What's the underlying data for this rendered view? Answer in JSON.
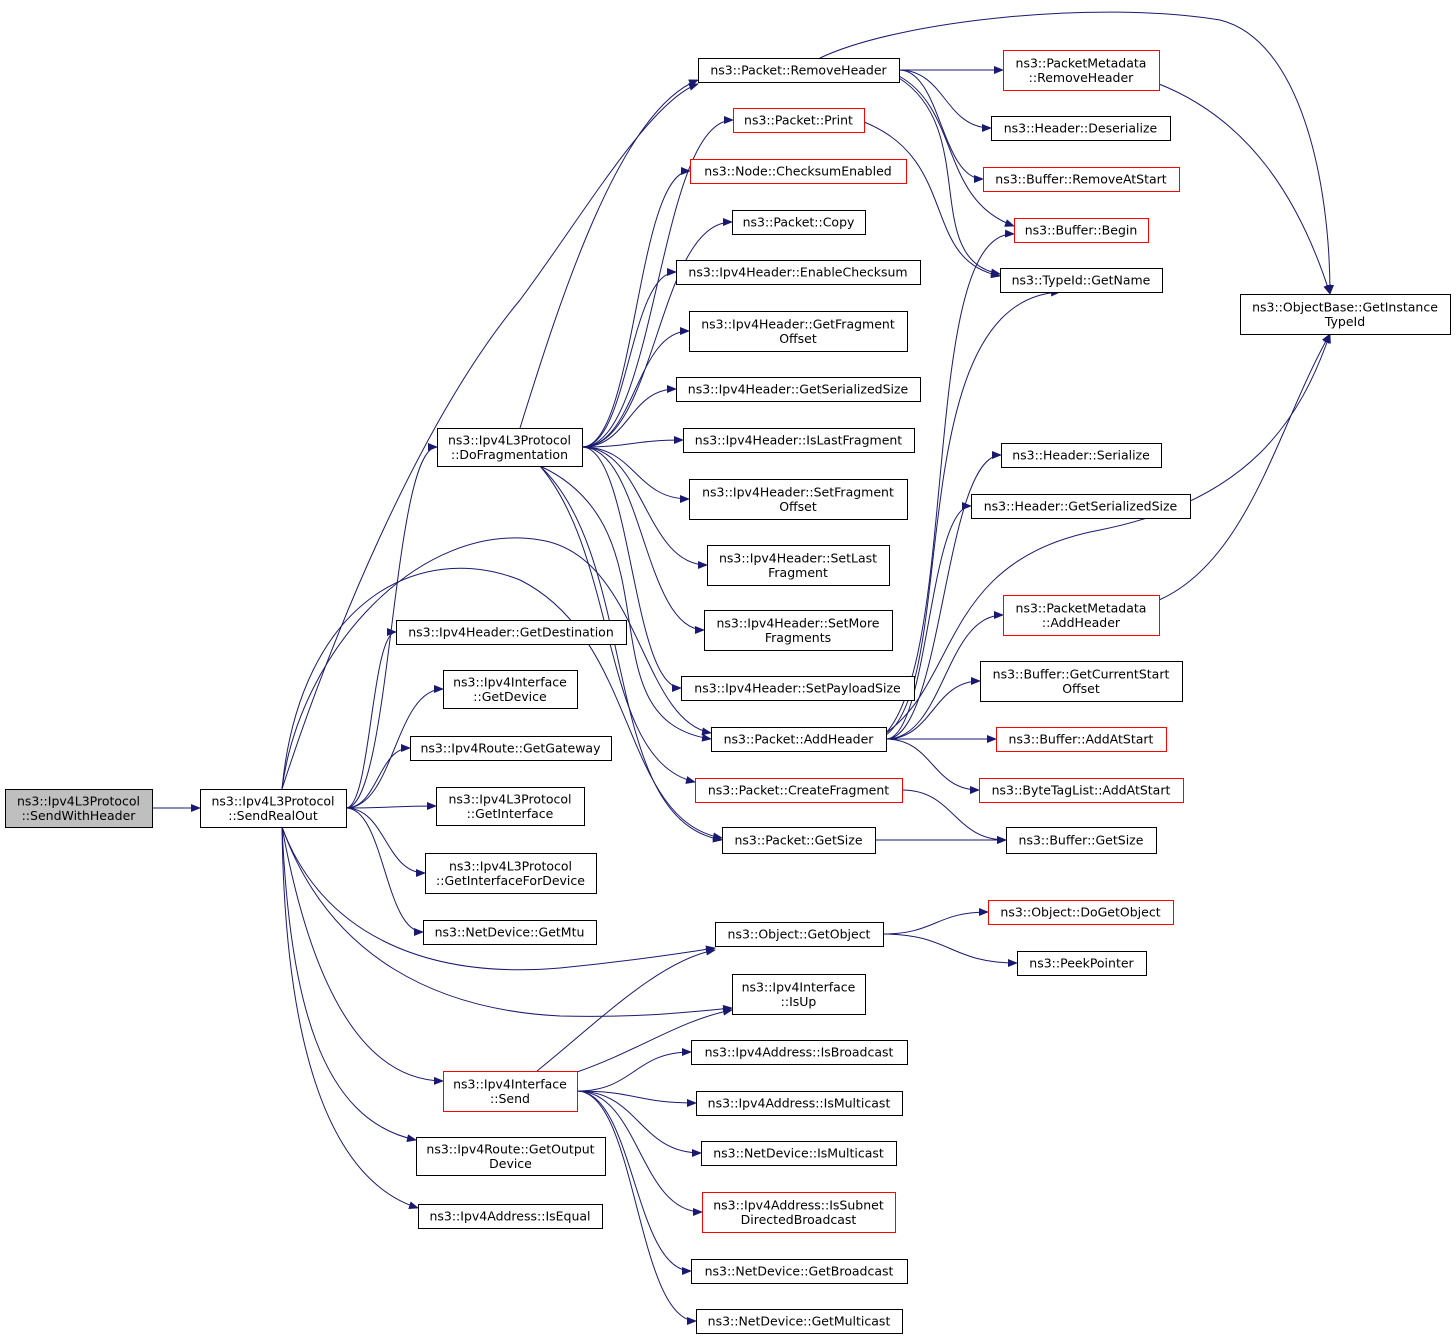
{
  "colors": {
    "edge": "#191970",
    "border_default": "#000000",
    "border_truncated": "#ff0000",
    "root_fill": "#bfbfbf",
    "node_fill": "#ffffff"
  },
  "nodes": [
    {
      "id": "sendwithheader",
      "lines": [
        "ns3::Ipv4L3Protocol",
        "::SendWithHeader"
      ],
      "style": "root"
    },
    {
      "id": "sendrealout",
      "lines": [
        "ns3::Ipv4L3Protocol",
        "::SendRealOut"
      ],
      "style": "default"
    },
    {
      "id": "dofrag",
      "lines": [
        "ns3::Ipv4L3Protocol",
        "::DoFragmentation"
      ],
      "style": "default"
    },
    {
      "id": "getdestination",
      "lines": [
        "ns3::Ipv4Header::GetDestination"
      ],
      "style": "default"
    },
    {
      "id": "ifgetdevice",
      "lines": [
        "ns3::Ipv4Interface",
        "::GetDevice"
      ],
      "style": "default"
    },
    {
      "id": "getgateway",
      "lines": [
        "ns3::Ipv4Route::GetGateway"
      ],
      "style": "default"
    },
    {
      "id": "getinterface",
      "lines": [
        "ns3::Ipv4L3Protocol",
        "::GetInterface"
      ],
      "style": "default"
    },
    {
      "id": "getifdev",
      "lines": [
        "ns3::Ipv4L3Protocol",
        "::GetInterfaceForDevice"
      ],
      "style": "default"
    },
    {
      "id": "getmtu",
      "lines": [
        "ns3::NetDevice::GetMtu"
      ],
      "style": "default"
    },
    {
      "id": "ifsend",
      "lines": [
        "ns3::Ipv4Interface",
        "::Send"
      ],
      "style": "truncated"
    },
    {
      "id": "getoutdev",
      "lines": [
        "ns3::Ipv4Route::GetOutput",
        "Device"
      ],
      "style": "default"
    },
    {
      "id": "isequal",
      "lines": [
        "ns3::Ipv4Address::IsEqual"
      ],
      "style": "default"
    },
    {
      "id": "removeheader",
      "lines": [
        "ns3::Packet::RemoveHeader"
      ],
      "style": "default"
    },
    {
      "id": "print",
      "lines": [
        "ns3::Packet::Print"
      ],
      "style": "truncated"
    },
    {
      "id": "checksumenabled",
      "lines": [
        "ns3::Node::ChecksumEnabled"
      ],
      "style": "truncated"
    },
    {
      "id": "copy",
      "lines": [
        "ns3::Packet::Copy"
      ],
      "style": "default"
    },
    {
      "id": "enablechecksum",
      "lines": [
        "ns3::Ipv4Header::EnableChecksum"
      ],
      "style": "default"
    },
    {
      "id": "getfragoffset",
      "lines": [
        "ns3::Ipv4Header::GetFragment",
        "Offset"
      ],
      "style": "default"
    },
    {
      "id": "getserializedsize",
      "lines": [
        "ns3::Ipv4Header::GetSerializedSize"
      ],
      "style": "default"
    },
    {
      "id": "islastfrag",
      "lines": [
        "ns3::Ipv4Header::IsLastFragment"
      ],
      "style": "default"
    },
    {
      "id": "setfragoffset",
      "lines": [
        "ns3::Ipv4Header::SetFragment",
        "Offset"
      ],
      "style": "default"
    },
    {
      "id": "setlastfrag",
      "lines": [
        "ns3::Ipv4Header::SetLast",
        "Fragment"
      ],
      "style": "default"
    },
    {
      "id": "setmorefrag",
      "lines": [
        "ns3::Ipv4Header::SetMore",
        "Fragments"
      ],
      "style": "default"
    },
    {
      "id": "setpayloadsize",
      "lines": [
        "ns3::Ipv4Header::SetPayloadSize"
      ],
      "style": "default"
    },
    {
      "id": "addheader",
      "lines": [
        "ns3::Packet::AddHeader"
      ],
      "style": "default"
    },
    {
      "id": "createfragment",
      "lines": [
        "ns3::Packet::CreateFragment"
      ],
      "style": "truncated"
    },
    {
      "id": "pktgetsize",
      "lines": [
        "ns3::Packet::GetSize"
      ],
      "style": "default"
    },
    {
      "id": "getobject",
      "lines": [
        "ns3::Object::GetObject"
      ],
      "style": "default"
    },
    {
      "id": "isup",
      "lines": [
        "ns3::Ipv4Interface",
        "::IsUp"
      ],
      "style": "default"
    },
    {
      "id": "isbroadcast",
      "lines": [
        "ns3::Ipv4Address::IsBroadcast"
      ],
      "style": "default"
    },
    {
      "id": "addrismulticast",
      "lines": [
        "ns3::Ipv4Address::IsMulticast"
      ],
      "style": "default"
    },
    {
      "id": "devismulticast",
      "lines": [
        "ns3::NetDevice::IsMulticast"
      ],
      "style": "default"
    },
    {
      "id": "issubnetdb",
      "lines": [
        "ns3::Ipv4Address::IsSubnet",
        "DirectedBroadcast"
      ],
      "style": "truncated"
    },
    {
      "id": "getbroadcast",
      "lines": [
        "ns3::NetDevice::GetBroadcast"
      ],
      "style": "default"
    },
    {
      "id": "getmulticast",
      "lines": [
        "ns3::NetDevice::GetMulticast"
      ],
      "style": "default"
    },
    {
      "id": "pmremoveheader",
      "lines": [
        "ns3::PacketMetadata",
        "::RemoveHeader"
      ],
      "style": "truncated"
    },
    {
      "id": "hdrdeserialize",
      "lines": [
        "ns3::Header::Deserialize"
      ],
      "style": "default"
    },
    {
      "id": "removeatstart",
      "lines": [
        "ns3::Buffer::RemoveAtStart"
      ],
      "style": "truncated"
    },
    {
      "id": "bufbegin",
      "lines": [
        "ns3::Buffer::Begin"
      ],
      "style": "truncated"
    },
    {
      "id": "typeidgetname",
      "lines": [
        "ns3::TypeId::GetName"
      ],
      "style": "default"
    },
    {
      "id": "getinstancetypeid",
      "lines": [
        "ns3::ObjectBase::GetInstance",
        "TypeId"
      ],
      "style": "default"
    },
    {
      "id": "hdrserialize",
      "lines": [
        "ns3::Header::Serialize"
      ],
      "style": "default"
    },
    {
      "id": "hdrgetserializedsize",
      "lines": [
        "ns3::Header::GetSerializedSize"
      ],
      "style": "default"
    },
    {
      "id": "pmaddheader",
      "lines": [
        "ns3::PacketMetadata",
        "::AddHeader"
      ],
      "style": "truncated"
    },
    {
      "id": "getcurrentstart",
      "lines": [
        "ns3::Buffer::GetCurrentStart",
        "Offset"
      ],
      "style": "default"
    },
    {
      "id": "addatstart",
      "lines": [
        "ns3::Buffer::AddAtStart"
      ],
      "style": "truncated"
    },
    {
      "id": "bytetagaddatstart",
      "lines": [
        "ns3::ByteTagList::AddAtStart"
      ],
      "style": "truncated"
    },
    {
      "id": "bufgetsize",
      "lines": [
        "ns3::Buffer::GetSize"
      ],
      "style": "default"
    },
    {
      "id": "dogetobject",
      "lines": [
        "ns3::Object::DoGetObject"
      ],
      "style": "truncated"
    },
    {
      "id": "peekpointer",
      "lines": [
        "ns3::PeekPointer"
      ],
      "style": "default"
    }
  ],
  "edges": [
    [
      "sendwithheader",
      "sendrealout"
    ],
    [
      "sendrealout",
      "dofrag"
    ],
    [
      "sendrealout",
      "removeheader"
    ],
    [
      "sendrealout",
      "getdestination"
    ],
    [
      "sendrealout",
      "ifgetdevice"
    ],
    [
      "sendrealout",
      "getgateway"
    ],
    [
      "sendrealout",
      "getinterface"
    ],
    [
      "sendrealout",
      "getifdev"
    ],
    [
      "sendrealout",
      "getmtu"
    ],
    [
      "sendrealout",
      "ifsend"
    ],
    [
      "sendrealout",
      "getoutdev"
    ],
    [
      "sendrealout",
      "isequal"
    ],
    [
      "sendrealout",
      "addheader"
    ],
    [
      "sendrealout",
      "pktgetsize"
    ],
    [
      "sendrealout",
      "getobject"
    ],
    [
      "sendrealout",
      "isup"
    ],
    [
      "dofrag",
      "removeheader"
    ],
    [
      "dofrag",
      "print"
    ],
    [
      "dofrag",
      "checksumenabled"
    ],
    [
      "dofrag",
      "copy"
    ],
    [
      "dofrag",
      "enablechecksum"
    ],
    [
      "dofrag",
      "getfragoffset"
    ],
    [
      "dofrag",
      "getserializedsize"
    ],
    [
      "dofrag",
      "islastfrag"
    ],
    [
      "dofrag",
      "setfragoffset"
    ],
    [
      "dofrag",
      "setlastfrag"
    ],
    [
      "dofrag",
      "setmorefrag"
    ],
    [
      "dofrag",
      "setpayloadsize"
    ],
    [
      "dofrag",
      "addheader"
    ],
    [
      "dofrag",
      "createfragment"
    ],
    [
      "dofrag",
      "pktgetsize"
    ],
    [
      "removeheader",
      "pmremoveheader"
    ],
    [
      "removeheader",
      "hdrdeserialize"
    ],
    [
      "removeheader",
      "removeatstart"
    ],
    [
      "removeheader",
      "bufbegin"
    ],
    [
      "removeheader",
      "typeidgetname"
    ],
    [
      "removeheader",
      "getinstancetypeid"
    ],
    [
      "print",
      "typeidgetname"
    ],
    [
      "pmremoveheader",
      "getinstancetypeid"
    ],
    [
      "addheader",
      "typeidgetname"
    ],
    [
      "addheader",
      "bufbegin"
    ],
    [
      "addheader",
      "hdrserialize"
    ],
    [
      "addheader",
      "hdrgetserializedsize"
    ],
    [
      "addheader",
      "pmaddheader"
    ],
    [
      "addheader",
      "getcurrentstart"
    ],
    [
      "addheader",
      "addatstart"
    ],
    [
      "addheader",
      "bytetagaddatstart"
    ],
    [
      "addheader",
      "getinstancetypeid"
    ],
    [
      "pmaddheader",
      "getinstancetypeid"
    ],
    [
      "createfragment",
      "bufgetsize"
    ],
    [
      "pktgetsize",
      "bufgetsize"
    ],
    [
      "getobject",
      "dogetobject"
    ],
    [
      "getobject",
      "peekpointer"
    ],
    [
      "ifsend",
      "getobject"
    ],
    [
      "ifsend",
      "isup"
    ],
    [
      "ifsend",
      "isbroadcast"
    ],
    [
      "ifsend",
      "addrismulticast"
    ],
    [
      "ifsend",
      "devismulticast"
    ],
    [
      "ifsend",
      "issubnetdb"
    ],
    [
      "ifsend",
      "getbroadcast"
    ],
    [
      "ifsend",
      "getmulticast"
    ]
  ]
}
